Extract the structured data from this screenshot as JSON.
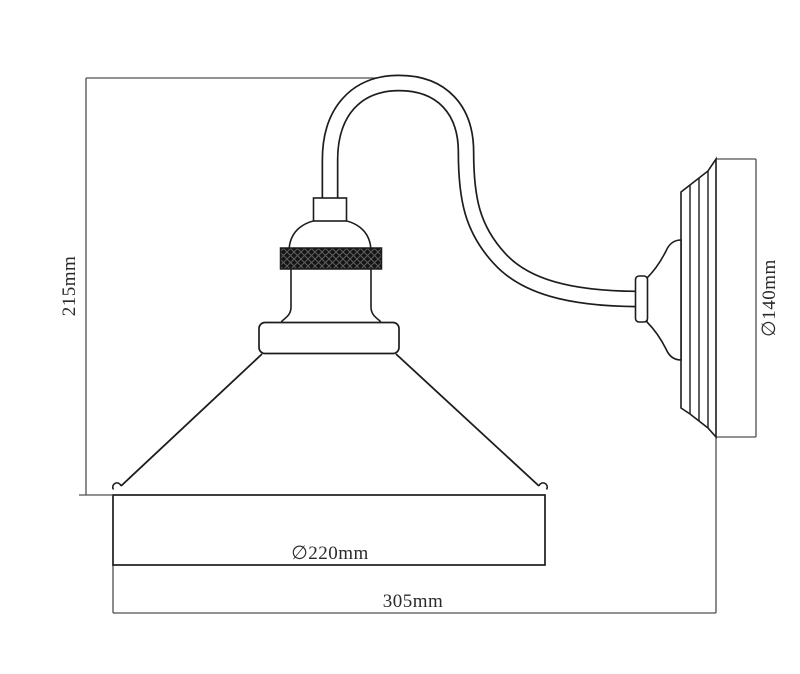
{
  "drawing": {
    "kind": "technical-dimension-drawing",
    "dimensions": {
      "height": {
        "label": "215mm"
      },
      "shade_diameter": {
        "label": "∅220mm"
      },
      "overall_width": {
        "label": "305mm"
      },
      "backplate_diameter": {
        "label": "∅140mm"
      }
    },
    "colors": {
      "background": "#ffffff",
      "outline": "#1d1d1d",
      "dimension_lines": "#4f4f4f",
      "knurl_band": "#141414"
    }
  }
}
